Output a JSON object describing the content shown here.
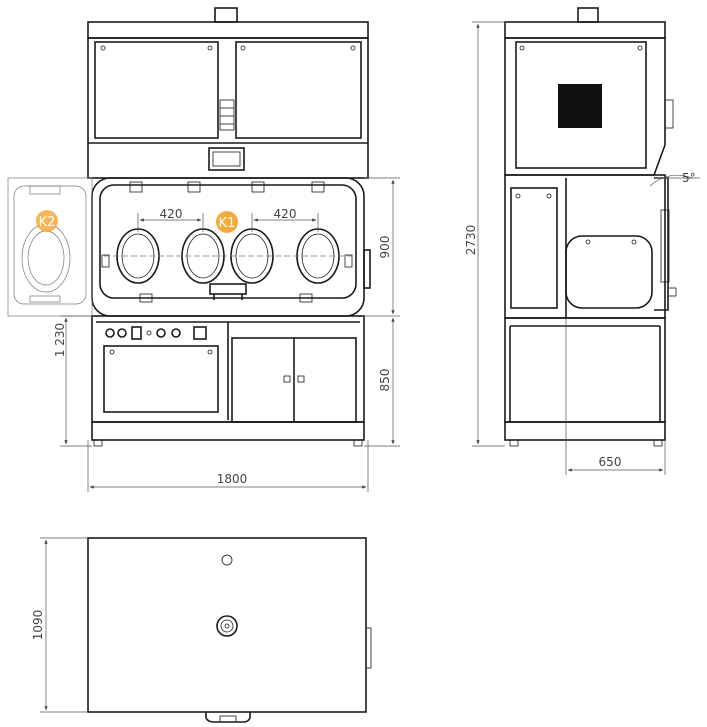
{
  "dimensions": {
    "width_front": "1800",
    "height_total": "2730",
    "height_glovebox": "900",
    "height_base": "850",
    "height_door": "1 230",
    "depth": "650",
    "depth_top": "1090",
    "port_spacing_left": "420",
    "port_spacing_right": "420",
    "tilt_angle": "5°"
  },
  "labels": {
    "k1": "K1",
    "k2": "K2"
  },
  "colors": {
    "line": "#1a1a1a",
    "badge": "#f4a93b"
  }
}
